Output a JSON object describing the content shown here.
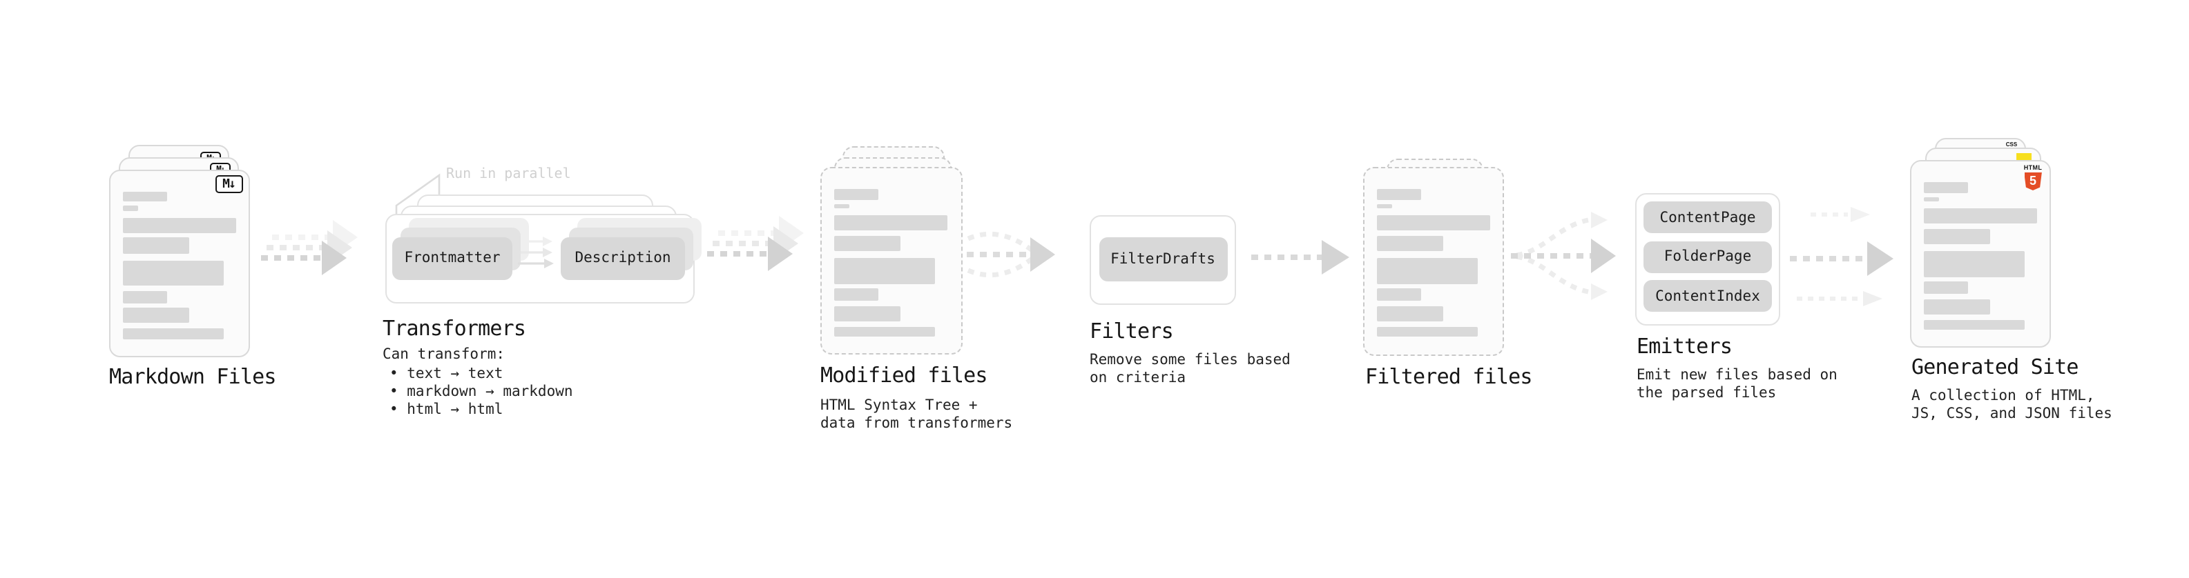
{
  "stages": {
    "markdown_files": {
      "title": "Markdown Files",
      "badge": "M↓"
    },
    "transformers": {
      "title": "Transformers",
      "annotation": "Run in parallel",
      "node_frontmatter": "Frontmatter",
      "node_description": "Description",
      "caption": "Can transform:",
      "bullets": [
        "• text → text",
        "• markdown → markdown",
        "• html → html"
      ]
    },
    "modified_files": {
      "title": "Modified files",
      "caption_lines": [
        "HTML Syntax Tree +",
        "data from transformers"
      ]
    },
    "filters": {
      "title": "Filters",
      "node": "FilterDrafts",
      "caption_lines": [
        "Remove some files based",
        "on criteria"
      ]
    },
    "filtered_files": {
      "title": "Filtered files"
    },
    "emitters": {
      "title": "Emitters",
      "nodes": [
        "ContentPage",
        "FolderPage",
        "ContentIndex"
      ],
      "caption_lines": [
        "Emit new files based on",
        "the parsed files"
      ]
    },
    "generated_site": {
      "title": "Generated Site",
      "caption_lines": [
        "A collection of HTML,",
        "JS, CSS, and JSON files"
      ],
      "badges": {
        "css": "CSS",
        "html_top": "HTML",
        "html_number": "5"
      }
    }
  },
  "colors": {
    "background": "#ffffff",
    "card_fill": "#fbfbfb",
    "card_border": "#d9d9d9",
    "dashed_border": "#c9c9c9",
    "placeholder_bar": "#d9d9d9",
    "node_fill": "#d8d8d8",
    "arrow_main": "#d5d5d5",
    "arrow_light": "#e9e9e9",
    "arrow_lighter": "#f3f3f3",
    "annotation_text": "#d0d0d0",
    "heading_text": "#161616",
    "body_text": "#222222",
    "html5_orange": "#e44d26",
    "js_yellow": "#f7df1e",
    "css_blue": "#2b6de8"
  }
}
